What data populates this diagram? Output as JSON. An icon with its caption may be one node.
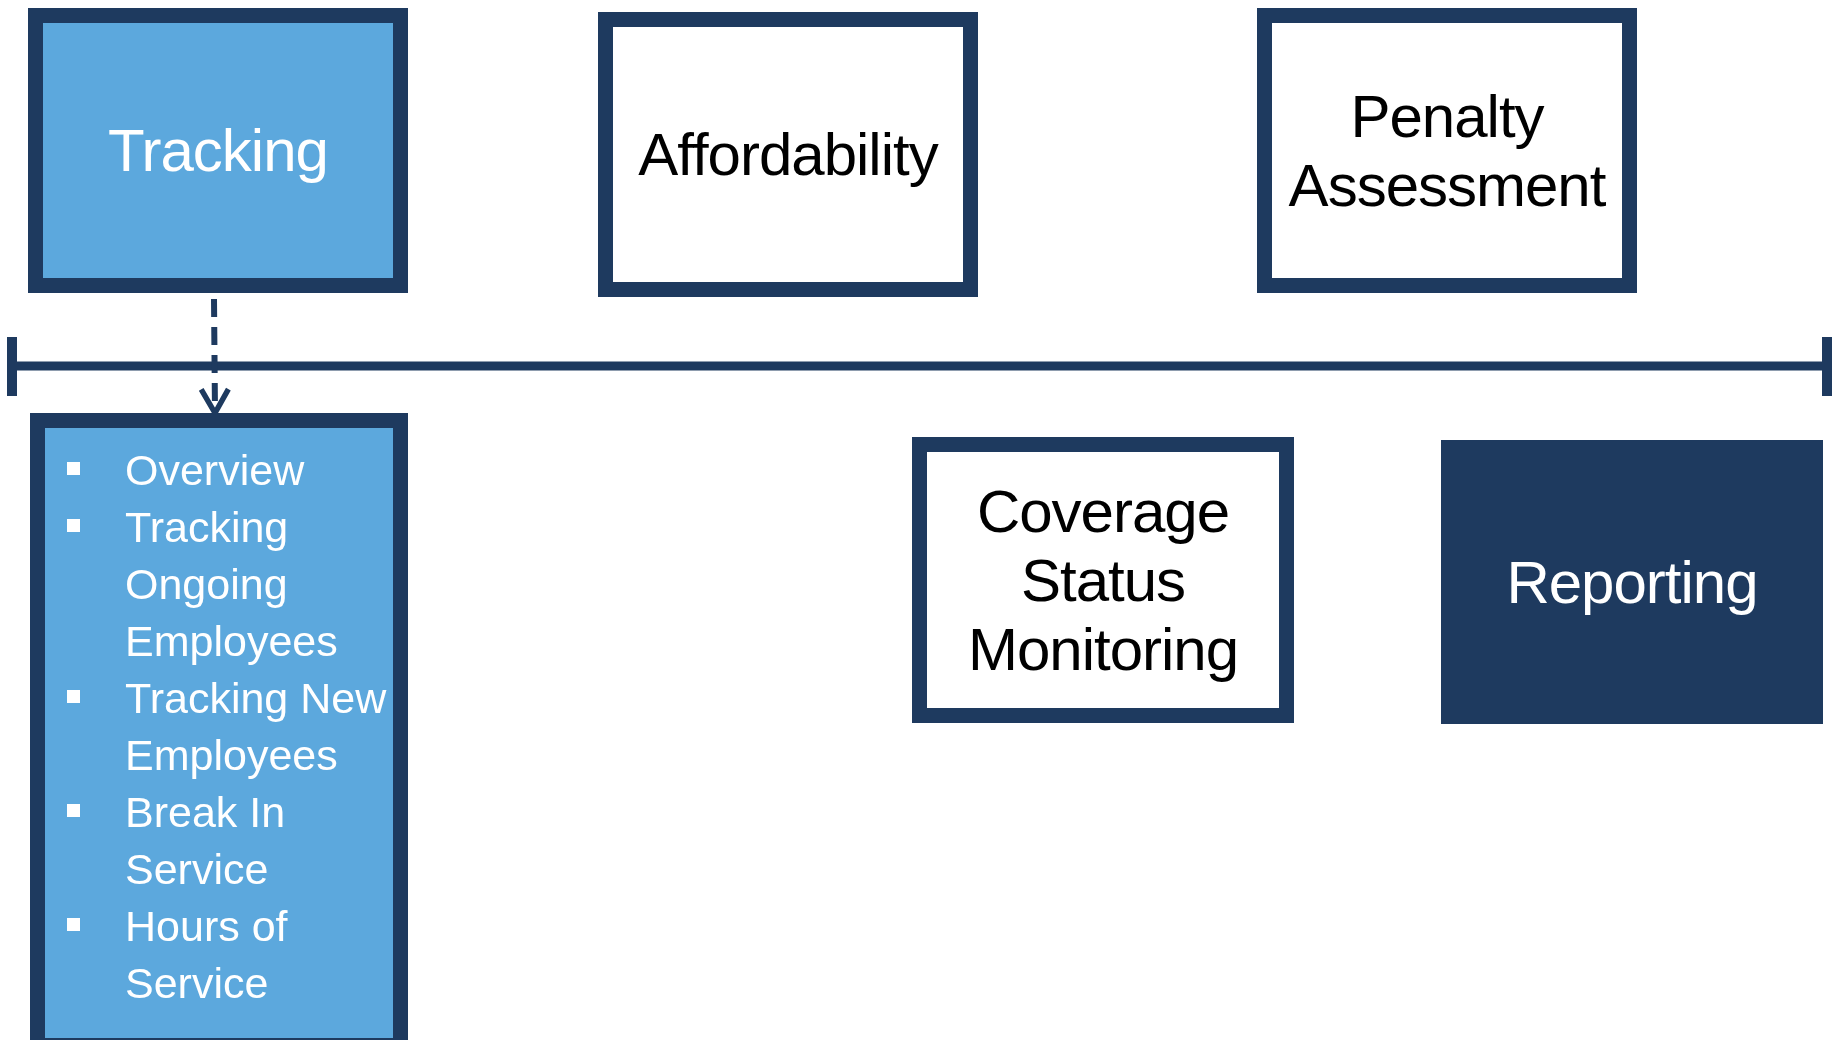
{
  "diagram": {
    "nodes": [
      {
        "text": [
          "Tracking"
        ]
      },
      {
        "text": [
          "Affordability"
        ]
      },
      {
        "text": [
          "Penalty Assessment"
        ]
      },
      {
        "text": [
          "Overview",
          "Tracking Ongoing Employees",
          "Tracking New Employees",
          "Break In Service",
          "Hours of Service"
        ]
      },
      {
        "text": [
          "Coverage Status Monitoring"
        ]
      },
      {
        "text": [
          "Reporting"
        ]
      }
    ],
    "edges": [
      {
        "from": 0,
        "to": 3,
        "arrow": "to",
        "style": "dashed"
      }
    ]
  }
}
